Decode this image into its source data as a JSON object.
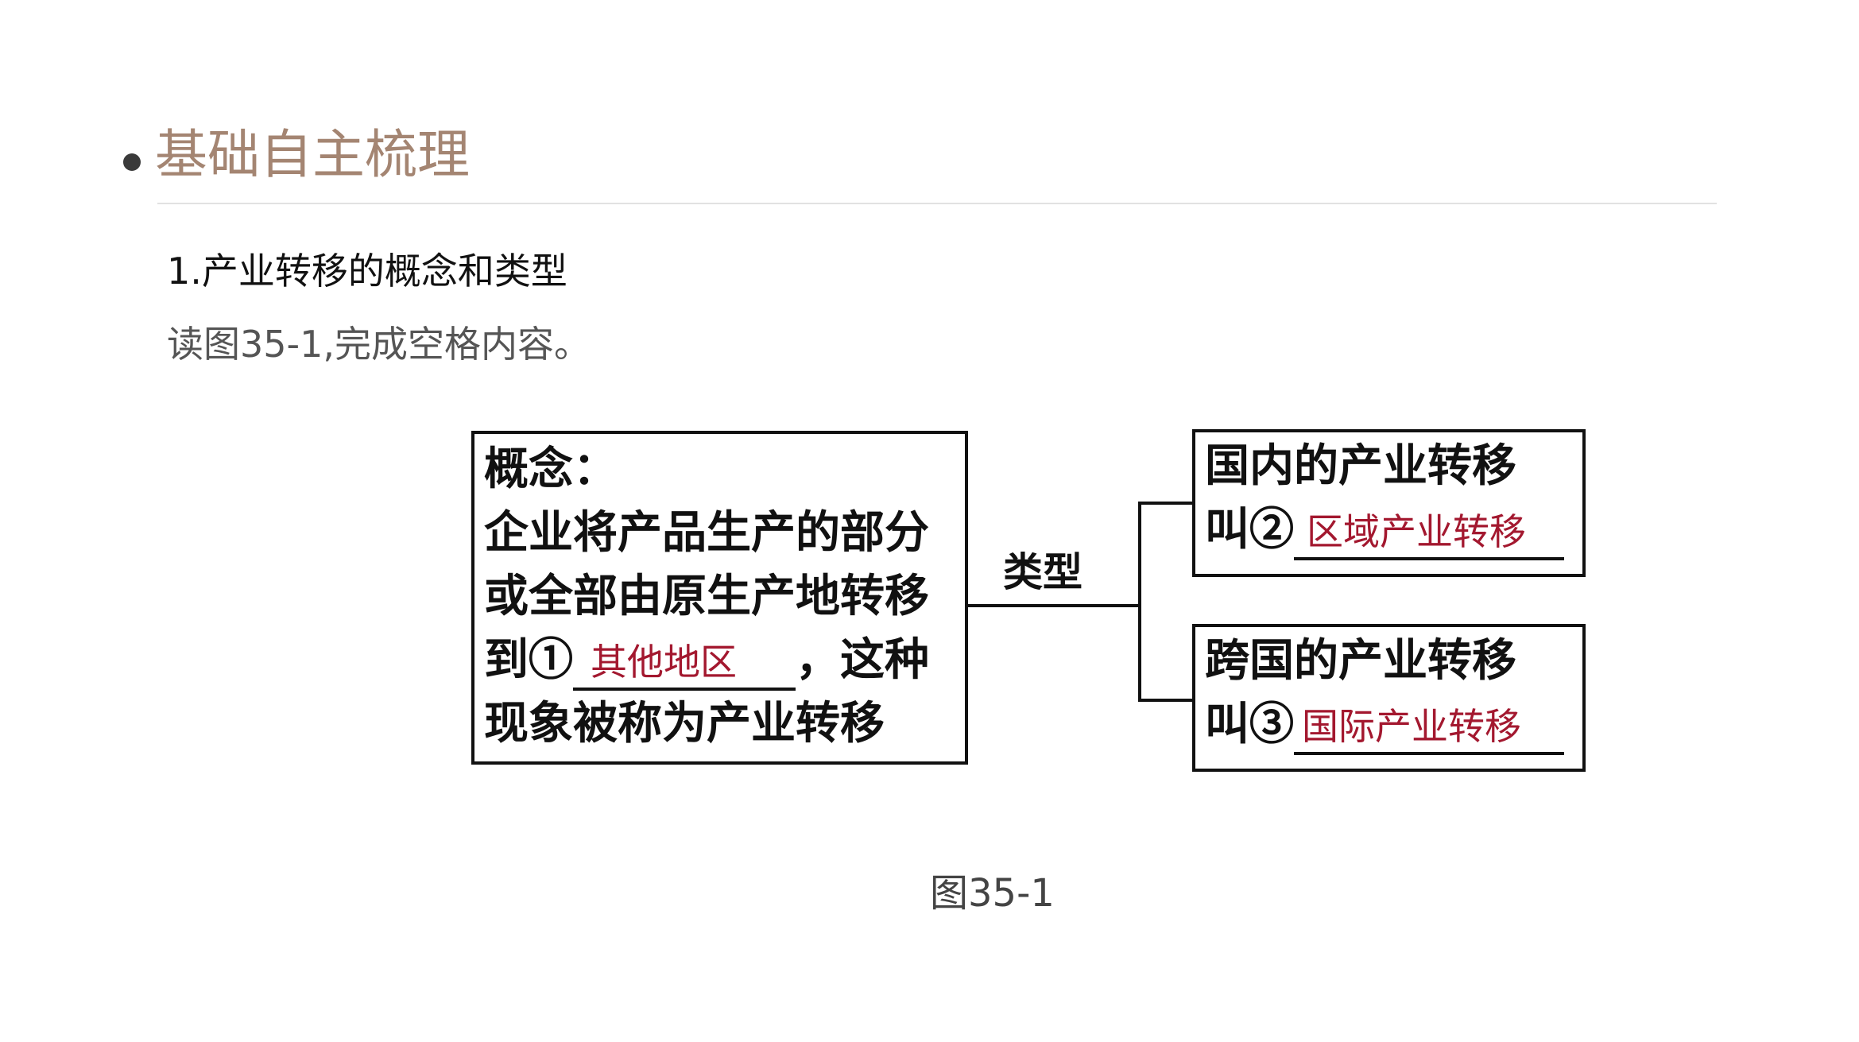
{
  "header": {
    "title": "基础自主梳理"
  },
  "content": {
    "subheading": "1.产业转移的概念和类型",
    "instruction": "读图35-1,完成空格内容。"
  },
  "diagram": {
    "concept": {
      "label": "概念：",
      "line1": "企业将产品生产的部分",
      "line2": "或全部由原生产地转移",
      "line3_prefix": "到①",
      "answer1": "其他地区",
      "line3_suffix": "，这种",
      "line4": "现象被称为产业转移"
    },
    "type_label": "类型",
    "type1": {
      "line1": "国内的产业转移",
      "prefix": "叫②",
      "answer": "区域产业转移"
    },
    "type2": {
      "line1": "跨国的产业转移",
      "prefix": "叫③",
      "answer": "国际产业转移"
    },
    "caption": "图35-1",
    "colors": {
      "answer": "#a3182f",
      "title": "#a48572"
    }
  }
}
